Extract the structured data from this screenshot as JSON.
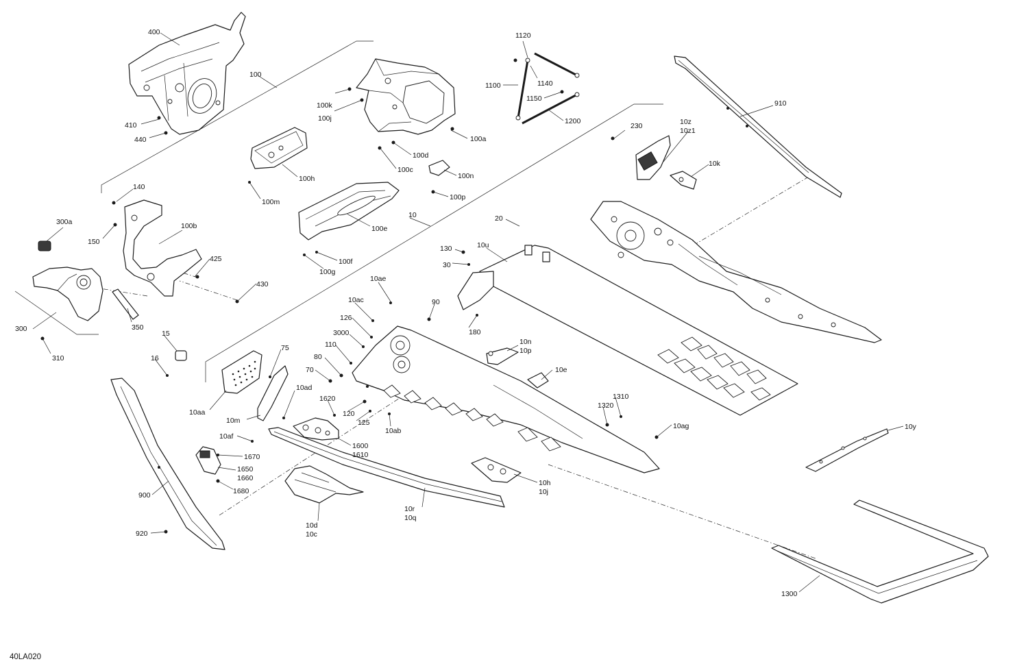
{
  "diagram_code": "40LA020",
  "labels": {
    "p400": "400",
    "p100": "100",
    "p410": "410",
    "p440": "440",
    "p100k": "100k",
    "p100j": "100j",
    "p100a": "100a",
    "p100d": "100d",
    "p100c": "100c",
    "p100n": "100n",
    "p100p": "100p",
    "p100h": "100h",
    "p100m": "100m",
    "p1120": "1120",
    "p1100": "1100",
    "p1140": "1140",
    "p1150": "1150",
    "p1200": "1200",
    "p910": "910",
    "p230": "230",
    "p10z": "10z",
    "p10z1": "10z1",
    "p10k": "10k",
    "p140": "140",
    "p300a": "300a",
    "p100b": "100b",
    "p150": "150",
    "p425": "425",
    "p430": "430",
    "p300": "300",
    "p350": "350",
    "p310": "310",
    "p100e": "100e",
    "p10": "10",
    "p100f": "100f",
    "p100g": "100g",
    "p20": "20",
    "p130": "130",
    "p10u": "10u",
    "p30": "30",
    "p10ae": "10ae",
    "p10ac": "10ac",
    "p90": "90",
    "p126": "126",
    "p180": "180",
    "p3000": "3000",
    "p110": "110",
    "p80": "80",
    "p70": "70",
    "p15": "15",
    "p16": "16",
    "p75": "75",
    "p10n": "10n",
    "p10p": "10p",
    "p10e": "10e",
    "p10ad": "10ad",
    "p1620": "1620",
    "p10aa": "10aa",
    "p10m": "10m",
    "p120": "120",
    "p125": "125",
    "p10ab": "10ab",
    "p1310": "1310",
    "p1320": "1320",
    "p10ag": "10ag",
    "p10y": "10y",
    "p10af": "10af",
    "p1600": "1600",
    "p1610": "1610",
    "p1670": "1670",
    "p1650": "1650",
    "p1660": "1660",
    "p1680": "1680",
    "p900": "900",
    "p10h": "10h",
    "p10j": "10j",
    "p10r": "10r",
    "p10q": "10q",
    "p10d": "10d",
    "p10c": "10c",
    "p920": "920",
    "p1300": "1300"
  }
}
